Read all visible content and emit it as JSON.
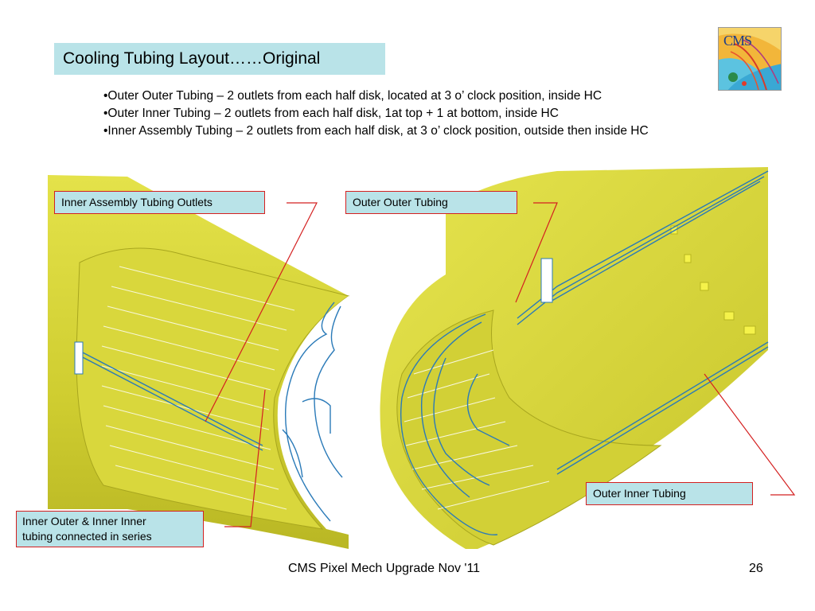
{
  "slide": {
    "title": "Cooling Tubing Layout……Original",
    "bullets": [
      "•Outer Outer Tubing – 2 outlets from each half disk, located at 3 o’ clock position, inside HC",
      "•Outer Inner Tubing – 2 outlets from each half disk, 1at top + 1 at bottom, inside HC",
      "•Inner  Assembly Tubing –  2 outlets from each half disk, at 3 o’ clock position, outside then inside HC"
    ],
    "logo_text": "CMS",
    "labels": {
      "inner_assembly_outlets": "Inner  Assembly Tubing Outlets",
      "outer_outer_tubing": "Outer Outer Tubing",
      "outer_inner_tubing": "Outer Inner Tubing",
      "inner_series_line1": "Inner  Outer & Inner Inner",
      "inner_series_line2": "tubing connected in series"
    },
    "footer": {
      "center": "CMS Pixel Mech Upgrade Nov '11",
      "page_number": "26"
    }
  },
  "colors": {
    "title_bg": "#b9e3e8",
    "label_border": "#d42020",
    "leader_line": "#d42020",
    "cylinder": "#d8d83a",
    "tubing": "#2a7ab8"
  }
}
